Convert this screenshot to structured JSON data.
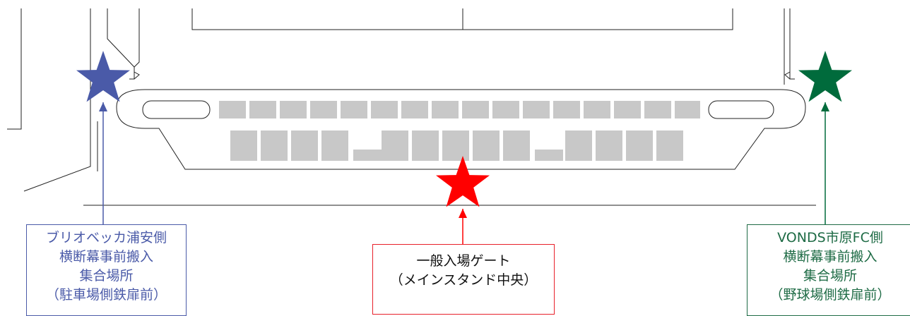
{
  "colors": {
    "left_marker": "#4a5aa8",
    "center_marker": "#ff0000",
    "right_marker": "#006b3c",
    "center_box_border": "#e8202a",
    "line": "#222222",
    "placeholder_blocks": "#c8c8c8"
  },
  "markers": [
    {
      "name": "left-star-icon",
      "color_key": "left_marker"
    },
    {
      "name": "center-star-icon",
      "color_key": "center_marker"
    },
    {
      "name": "right-star-icon",
      "color_key": "right_marker"
    }
  ],
  "labels": {
    "left": {
      "line1": "ブリオベッカ浦安側",
      "line2": "横断幕事前搬入",
      "line3": "集合場所",
      "line4": "（駐車場側鉄扉前）"
    },
    "center": {
      "line1": "一般入場ゲート",
      "line2": "（メインスタンド中央）"
    },
    "right": {
      "line1": "VONDS市原FC側",
      "line2": "横断幕事前搬入",
      "line3": "集合場所",
      "line4": "（野球場側鉄扉前）"
    }
  }
}
